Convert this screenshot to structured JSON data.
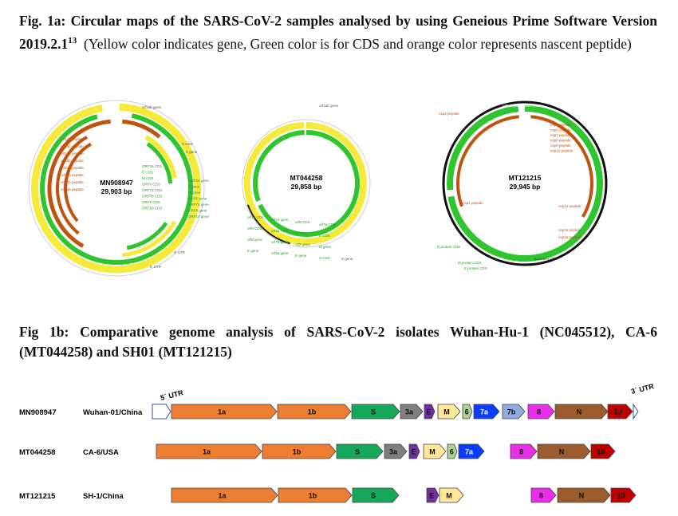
{
  "figure_a": {
    "caption_bold": "Fig. 1a: Circular maps of the SARS-CoV-2 samples analysed by using Geneious Prime Software Version 2019.2.1",
    "caption_sup": "13",
    "caption_rest": "(Yellow color indicates gene, Green color is for CDS and orange color represents nascent peptide)",
    "maps": [
      {
        "name": "MN908947",
        "length": "29,903 bp",
        "labels_left": [
          "orf1ab peptide",
          "orf1ab peptide",
          "orf1ab peptide",
          "orf1ab peptide",
          "orf1ab peptide",
          "orf1ab peptide",
          "orf1ab peptide",
          "orf1ab peptide"
        ],
        "labels_right": [
          "ORF3a CDS",
          "E CDS",
          "M CDS",
          "ORF6 CDS",
          "ORF7a CDS",
          "ORF7b CDS",
          "ORF8 CDS",
          "ORF10 CDS",
          "ORF3a gene",
          "E gene",
          "M gene",
          "ORF6 gene",
          "ORF7a gene",
          "ORF8 gene",
          "ORF10 gene"
        ],
        "arc_labels": [
          "orf1ab gene",
          "S gene",
          "S CDS",
          "3' UTR",
          "5' UTR"
        ]
      },
      {
        "name": "MT044258",
        "length": "29,858 bp",
        "labels_bottom": [
          "orf10 CDS",
          "orf10 gene",
          "orf8 CDS",
          "orf7a CDS",
          "orf6 CDS",
          "orf3a CDS",
          "M CDS",
          "E CDS",
          "orf8 gene",
          "orf7a gene",
          "orf6 gene",
          "M gene",
          "E gene",
          "orf3a gene",
          "S gene",
          "S CDS"
        ],
        "arc_labels": [
          "orf1ab gene",
          "S gene"
        ]
      },
      {
        "name": "MT121215",
        "length": "29,945 bp",
        "labels_right": [
          "nsp5 peptide",
          "nsp6 peptide",
          "nsp7 peptide",
          "nsp8 peptide",
          "nsp9 peptide",
          "nsp10 peptide",
          "nsp14 peptide",
          "nsp15 peptide",
          "nsp16 peptide"
        ],
        "labels_left": [
          "nsp1 peptide",
          "nsp2 peptide",
          "N protein CDS",
          "M protein CDS",
          "E protein CDS"
        ],
        "arc_labels": [
          "orf1ab polyprotein CDS",
          "S protein CDS"
        ]
      }
    ],
    "colors": {
      "gene": "#f5ea3a",
      "cds": "#2ec52e",
      "peptide": "#c0540f"
    }
  },
  "figure_b": {
    "caption": "Fig 1b: Comparative genome analysis of SARS-CoV-2 isolates Wuhan-Hu-1 (NC045512), CA-6 (MT044258) and SH01 (MT121215)",
    "utr5": "5´ UTR",
    "utr3": "3´ UTR",
    "rows": [
      {
        "accession": "MN908947",
        "isolate": "Wuhan-01/China",
        "genes": [
          "1a",
          "1b",
          "S",
          "3a",
          "E",
          "M",
          "6",
          "7a",
          "7b",
          "8",
          "N",
          "10"
        ]
      },
      {
        "accession": "MT044258",
        "isolate": "CA-6/USA",
        "genes": [
          "1a",
          "1b",
          "S",
          "3a",
          "E",
          "M",
          "6",
          "7a",
          "8",
          "N",
          "10"
        ]
      },
      {
        "accession": "MT121215",
        "isolate": "SH-1/China",
        "genes": [
          "1a",
          "1b",
          "S",
          "E",
          "M",
          "8",
          "N",
          "10"
        ]
      }
    ],
    "colors": {
      "1a": "#ed7d31",
      "1b": "#ed7d31",
      "S": "#16a85a",
      "3a": "#7f7f7f",
      "E": "#7030a0",
      "M": "#ffe699",
      "6": "#a9d18e",
      "7a": "#0b3dff",
      "7b": "#8faadc",
      "8": "#e82ee8",
      "N": "#9c5b2c",
      "10": "#c00000"
    }
  }
}
